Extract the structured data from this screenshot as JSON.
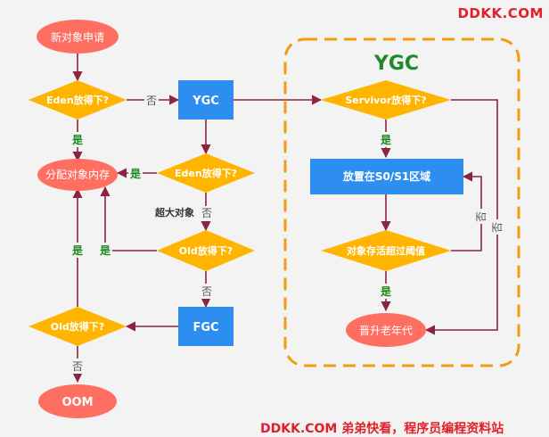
{
  "nodes": {
    "new_object": "新对象申请",
    "eden_fit_1": "Eden放得下?",
    "ygc_box": "YGC",
    "allocate": "分配对象内存",
    "eden_fit_2": "Eden放得下?",
    "old_fit_1": "Old放得下?",
    "fgc_box": "FGC",
    "old_fit_2": "Old放得下?",
    "oom": "OOM",
    "survivor_fit": "Servivor放得下?",
    "place_s0s1": "放置在S0/S1区域",
    "age_threshold": "对象存活超过阈值",
    "promote_old": "晋升老年代"
  },
  "edge_labels": {
    "no": "否",
    "yes": "是",
    "large_object": "超大对象"
  },
  "region_title": "YGC",
  "watermark": {
    "top": "DDKK.COM",
    "bottom": "DDKK.COM 弟弟快看，程序员编程资料站"
  },
  "colors": {
    "ellipse": "#ff6f61",
    "diamond": "#ffb400",
    "box": "#2e8ef0",
    "edge": "#8b2343",
    "region_border": "#f39c12",
    "region_title": "#1f8a2c",
    "yes_label": "#1a8a1a",
    "no_label": "#555555",
    "watermark": "#e0202a"
  }
}
